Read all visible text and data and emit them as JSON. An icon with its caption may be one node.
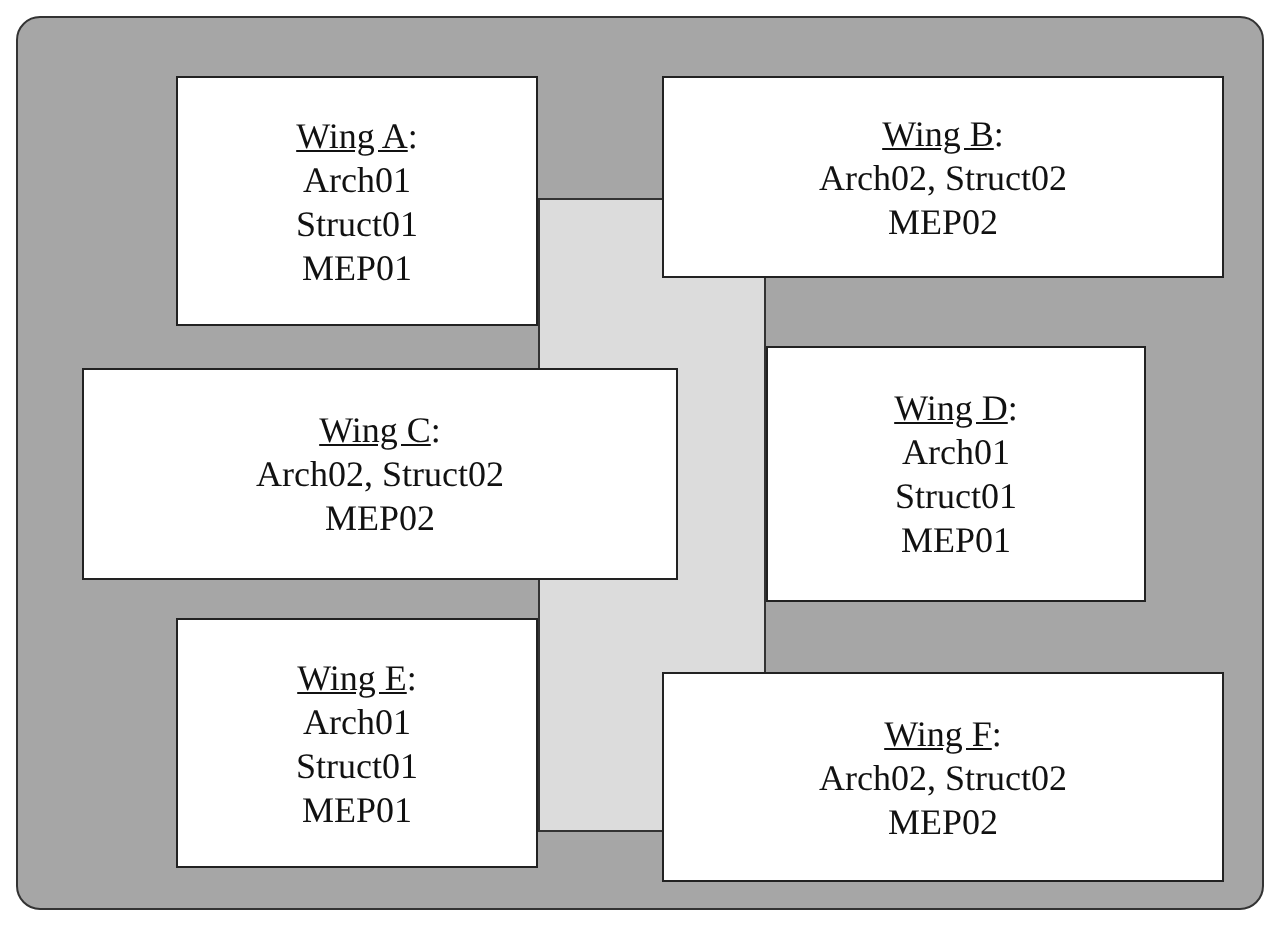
{
  "diagram": {
    "nodes": [
      {
        "text": [],
        "shape": "box"
      },
      {
        "text": [],
        "shape": "bar",
        "in": 0
      },
      {
        "text": [
          "Wing A:",
          "Arch01",
          "Struct01",
          "MEP01"
        ],
        "in": 0
      },
      {
        "text": [
          "Wing B:",
          "Arch02, Struct02",
          "MEP02"
        ],
        "in": 0
      },
      {
        "text": [
          "Wing C:",
          "Arch02, Struct02",
          "MEP02"
        ],
        "in": 0
      },
      {
        "text": [
          "Wing D:",
          "Arch01",
          "Struct01",
          "MEP01"
        ],
        "in": 0
      },
      {
        "text": [
          "Wing E:",
          "Arch01",
          "Struct01",
          "MEP01"
        ],
        "in": 0
      },
      {
        "text": [
          "Wing F:",
          "Arch02, Struct02",
          "MEP02"
        ],
        "in": 0
      }
    ],
    "edges": []
  }
}
